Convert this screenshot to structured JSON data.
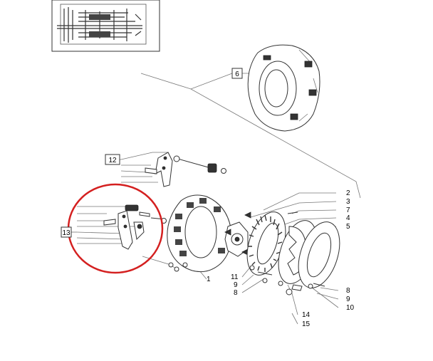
{
  "diagram": {
    "callouts": {
      "c1": "1",
      "c2": "2",
      "c3": "3",
      "c4": "4",
      "c5": "5",
      "c6": "6",
      "c7": "7",
      "c8a": "8",
      "c8b": "8",
      "c9a": "9",
      "c9b": "9",
      "c10": "10",
      "c11": "11",
      "c12": "12",
      "c13": "13",
      "c14": "14",
      "c15": "15"
    },
    "highlight_color": "#d42020",
    "line_color": "#777777",
    "part_color": "#333333"
  }
}
